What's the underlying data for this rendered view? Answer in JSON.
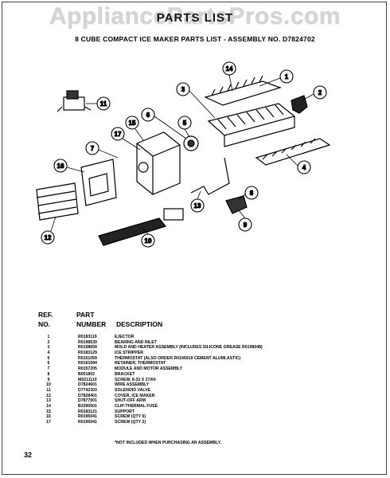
{
  "watermark": "AppliancePartsPros.com",
  "heading": "PARTS LIST",
  "subtitle": "8 CUBE COMPACT ICE MAKER PARTS LIST - ASSEMBLY NO. D7824702",
  "diagram": {
    "callouts": [
      "1",
      "2",
      "3",
      "4",
      "5",
      "6",
      "7",
      "8",
      "9",
      "10",
      "11",
      "12",
      "13",
      "14",
      "15",
      "16",
      "17"
    ]
  },
  "table": {
    "header": {
      "ref_line1": "REF.",
      "ref_line2": "NO.",
      "part_line1": "PART",
      "part_line2": "NUMBER",
      "description": "DESCRIPTION"
    },
    "rows": [
      {
        "ref": "1",
        "part": "R0183119",
        "desc": "EJECTOR"
      },
      {
        "ref": "2",
        "part": "R0198539",
        "desc": "BEARING AND INLET"
      },
      {
        "ref": "3",
        "part": "R0158659",
        "desc": "MOLD AND HEATER ASSEMBLY (INCLUDES SILICONE GREASE R0198048)"
      },
      {
        "ref": "4",
        "part": "R0183129",
        "desc": "ICE STRIPPER"
      },
      {
        "ref": "5",
        "part": "R0151059",
        "desc": "THERMOSTAT (ALSO ORDER R0195919 CEMENT ALUMI.ASTIC)"
      },
      {
        "ref": "6",
        "part": "R0191094",
        "desc": "RETAINER, THERMOSTAT"
      },
      {
        "ref": "7",
        "part": "R0157205",
        "desc": "MODULE AND MOTOR ASSEMBLY"
      },
      {
        "ref": "8",
        "part": "B001802",
        "desc": "BRACKET"
      },
      {
        "ref": "9",
        "part": "M0211110",
        "desc": "SCREW, 8-32 X 27/64"
      },
      {
        "ref": "10",
        "part": "D7824601",
        "desc": "WIRE ASSEMBLY"
      },
      {
        "ref": "11",
        "part": "D7742303",
        "desc": "SOLENOID VALVE"
      },
      {
        "ref": "12",
        "part": "D7828401",
        "desc": "COVER, ICE MAKER"
      },
      {
        "ref": "13",
        "part": "D7877001",
        "desc": "SHUT-OFF ARM"
      },
      {
        "ref": "14",
        "part": "B3390501",
        "desc": "CLIP-THERMAL FUSE"
      },
      {
        "ref": "15",
        "part": "R0183121",
        "desc": "SUPPORT"
      },
      {
        "ref": "16",
        "part": "R0195041",
        "desc": "SCREW (QTY 6)"
      },
      {
        "ref": "17",
        "part": "R0195041",
        "desc": "SCREW (QTY 2)"
      }
    ],
    "footnote": "*NOT INCLUDED WHEN PURCHASING AN ASSEMBLY."
  },
  "page_number": "32"
}
